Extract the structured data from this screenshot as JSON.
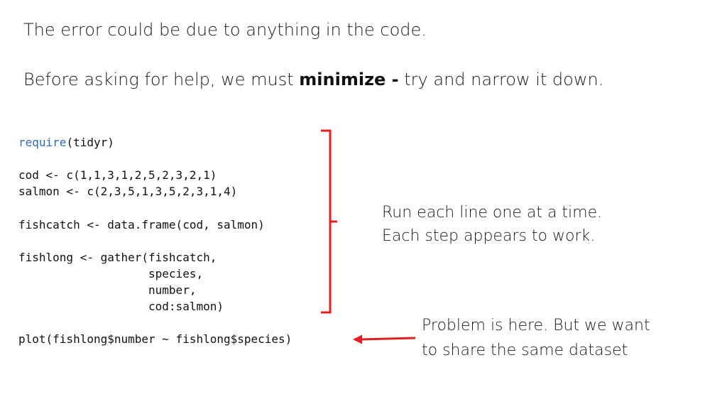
{
  "heading": {
    "line1": "The error could be due to anything in the code.",
    "line2_prefix": "Before asking for help, we must ",
    "line2_bold": "minimize -",
    "line2_suffix": " try and narrow it down."
  },
  "code": {
    "require_keyword": "require",
    "require_arg": "(tidyr)",
    "cod": "cod <- c(1,1,3,1,2,5,2,3,2,1)",
    "salmon": "salmon <- c(2,3,5,1,3,5,2,3,1,4)",
    "fishcatch": "fishcatch <- data.frame(cod, salmon)",
    "gather_1": "fishlong <- gather(fishcatch,",
    "gather_2": "                   species,",
    "gather_3": "                   number,",
    "gather_4": "                   cod:salmon)",
    "plot": "plot(fishlong$number ~ fishlong$species)"
  },
  "notes": {
    "run_line1": "Run each line one at a time.",
    "run_line2": "Each step appears to work.",
    "problem_line1": "Problem is here. But we want",
    "problem_line2": "to share the same dataset"
  },
  "colors": {
    "keyword": "#2f6db5",
    "annotation": "#e02020"
  }
}
